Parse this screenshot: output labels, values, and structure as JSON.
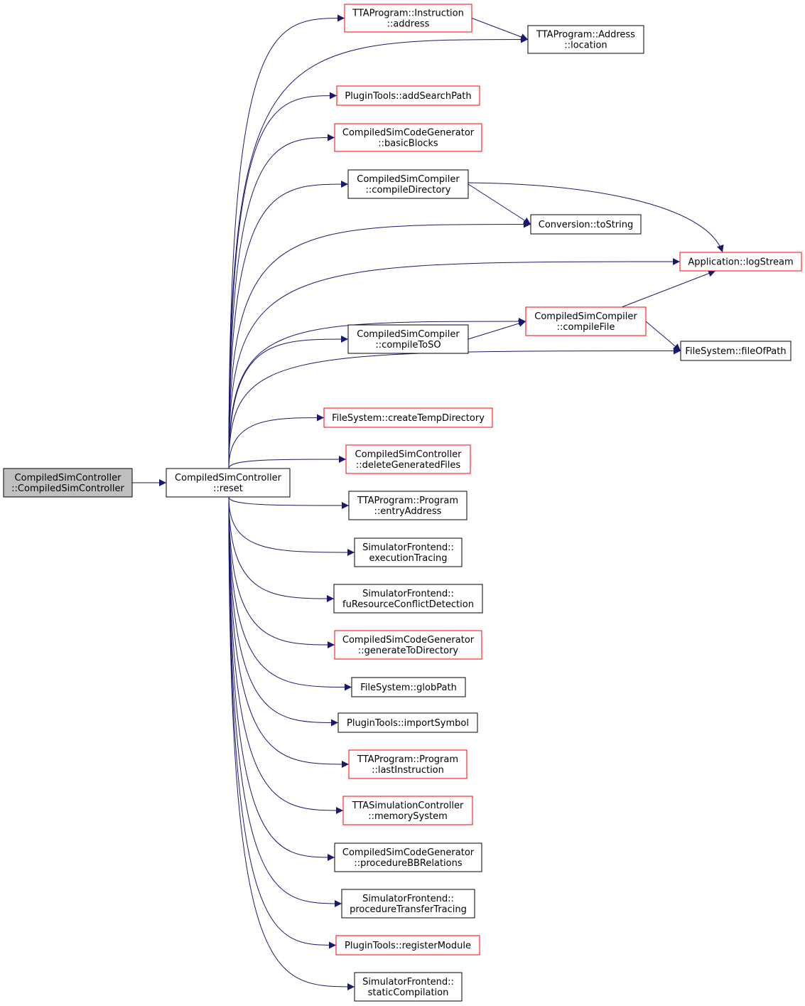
{
  "diagram": {
    "colors": {
      "edge": "#191970",
      "root_fill": "#bfbfbf",
      "node_fill": "#ffffff",
      "border_black": "#000000",
      "border_red": "#ff0000"
    },
    "nodes": [
      {
        "id": "root",
        "lines": [
          "CompiledSimController",
          "::CompiledSimController"
        ],
        "style": "root"
      },
      {
        "id": "reset",
        "lines": [
          "CompiledSimController",
          "::reset"
        ],
        "style": "black"
      },
      {
        "id": "instr_address",
        "lines": [
          "TTAProgram::Instruction",
          "::address"
        ],
        "style": "red"
      },
      {
        "id": "addr_location",
        "lines": [
          "TTAProgram::Address",
          "::location"
        ],
        "style": "black"
      },
      {
        "id": "add_search_path",
        "lines": [
          "PluginTools::addSearchPath"
        ],
        "style": "red"
      },
      {
        "id": "basic_blocks",
        "lines": [
          "CompiledSimCodeGenerator",
          "::basicBlocks"
        ],
        "style": "red"
      },
      {
        "id": "compile_directory",
        "lines": [
          "CompiledSimCompiler",
          "::compileDirectory"
        ],
        "style": "black"
      },
      {
        "id": "to_string",
        "lines": [
          "Conversion::toString"
        ],
        "style": "black"
      },
      {
        "id": "log_stream",
        "lines": [
          "Application::logStream"
        ],
        "style": "red"
      },
      {
        "id": "compile_file",
        "lines": [
          "CompiledSimCompiler",
          "::compileFile"
        ],
        "style": "red"
      },
      {
        "id": "compile_to_so",
        "lines": [
          "CompiledSimCompiler",
          "::compileToSO"
        ],
        "style": "black"
      },
      {
        "id": "file_of_path",
        "lines": [
          "FileSystem::fileOfPath"
        ],
        "style": "black"
      },
      {
        "id": "create_temp_dir",
        "lines": [
          "FileSystem::createTempDirectory"
        ],
        "style": "red"
      },
      {
        "id": "delete_generated",
        "lines": [
          "CompiledSimController",
          "::deleteGeneratedFiles"
        ],
        "style": "red"
      },
      {
        "id": "entry_address",
        "lines": [
          "TTAProgram::Program",
          "::entryAddress"
        ],
        "style": "black"
      },
      {
        "id": "execution_tracing",
        "lines": [
          "SimulatorFrontend::",
          "executionTracing"
        ],
        "style": "black"
      },
      {
        "id": "fu_conflict",
        "lines": [
          "SimulatorFrontend::",
          "fuResourceConflictDetection"
        ],
        "style": "black"
      },
      {
        "id": "generate_to_dir",
        "lines": [
          "CompiledSimCodeGenerator",
          "::generateToDirectory"
        ],
        "style": "red"
      },
      {
        "id": "glob_path",
        "lines": [
          "FileSystem::globPath"
        ],
        "style": "black"
      },
      {
        "id": "import_symbol",
        "lines": [
          "PluginTools::importSymbol"
        ],
        "style": "black"
      },
      {
        "id": "last_instruction",
        "lines": [
          "TTAProgram::Program",
          "::lastInstruction"
        ],
        "style": "red"
      },
      {
        "id": "memory_system",
        "lines": [
          "TTASimulationController",
          "::memorySystem"
        ],
        "style": "red"
      },
      {
        "id": "procedure_bb",
        "lines": [
          "CompiledSimCodeGenerator",
          "::procedureBBRelations"
        ],
        "style": "black"
      },
      {
        "id": "procedure_transfer",
        "lines": [
          "SimulatorFrontend::",
          "procedureTransferTracing"
        ],
        "style": "black"
      },
      {
        "id": "register_module",
        "lines": [
          "PluginTools::registerModule"
        ],
        "style": "red"
      },
      {
        "id": "static_compilation",
        "lines": [
          "SimulatorFrontend::",
          "staticCompilation"
        ],
        "style": "black"
      }
    ],
    "edges": [
      [
        "root",
        "reset"
      ],
      [
        "reset",
        "instr_address"
      ],
      [
        "reset",
        "addr_location"
      ],
      [
        "reset",
        "add_search_path"
      ],
      [
        "reset",
        "basic_blocks"
      ],
      [
        "reset",
        "compile_directory"
      ],
      [
        "reset",
        "to_string"
      ],
      [
        "reset",
        "log_stream"
      ],
      [
        "reset",
        "compile_file"
      ],
      [
        "reset",
        "compile_to_so"
      ],
      [
        "reset",
        "file_of_path"
      ],
      [
        "reset",
        "create_temp_dir"
      ],
      [
        "reset",
        "delete_generated"
      ],
      [
        "reset",
        "entry_address"
      ],
      [
        "reset",
        "execution_tracing"
      ],
      [
        "reset",
        "fu_conflict"
      ],
      [
        "reset",
        "generate_to_dir"
      ],
      [
        "reset",
        "glob_path"
      ],
      [
        "reset",
        "import_symbol"
      ],
      [
        "reset",
        "last_instruction"
      ],
      [
        "reset",
        "memory_system"
      ],
      [
        "reset",
        "procedure_bb"
      ],
      [
        "reset",
        "procedure_transfer"
      ],
      [
        "reset",
        "register_module"
      ],
      [
        "reset",
        "static_compilation"
      ],
      [
        "instr_address",
        "addr_location"
      ],
      [
        "compile_directory",
        "to_string"
      ],
      [
        "compile_directory",
        "log_stream"
      ],
      [
        "compile_to_so",
        "compile_file"
      ],
      [
        "compile_file",
        "log_stream"
      ],
      [
        "compile_file",
        "file_of_path"
      ]
    ]
  }
}
